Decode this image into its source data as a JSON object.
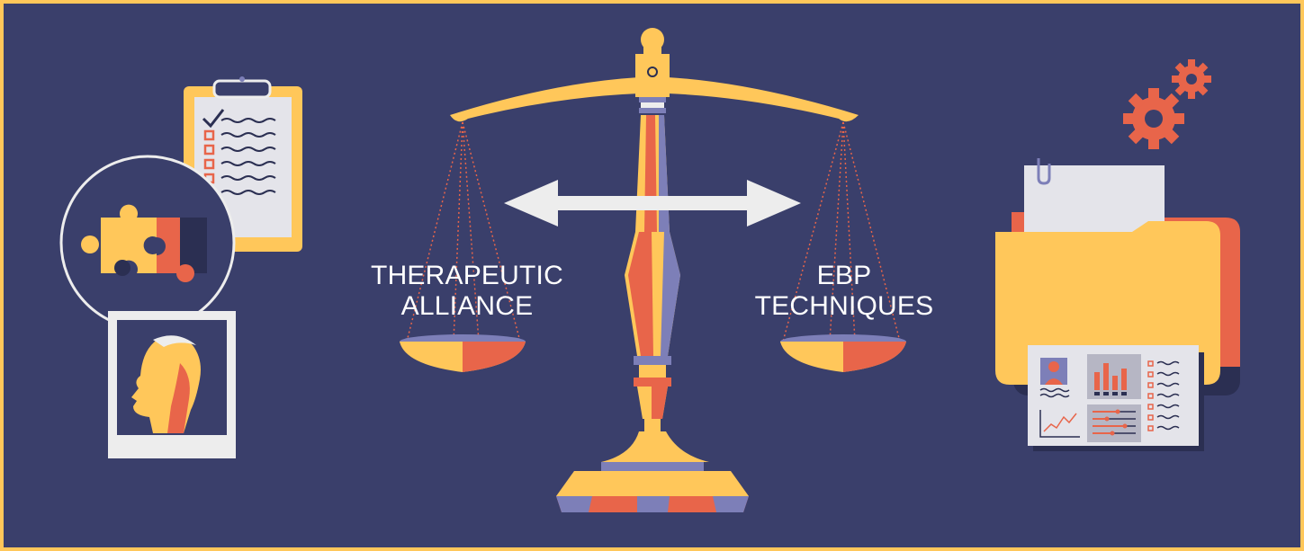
{
  "labels": {
    "left": [
      "THERAPEUTIC",
      "ALLIANCE"
    ],
    "right": [
      "EBP",
      "TECHNIQUES"
    ]
  },
  "icons": {
    "scale": "balance-scale-icon",
    "arrow": "double-headed-arrow-icon",
    "clipboard": "clipboard-checklist-icon",
    "puzzle": "puzzle-faces-icon",
    "portrait": "profile-portrait-icon",
    "gears": "gears-icon",
    "folder": "folder-icon",
    "report": "report-document-icon"
  },
  "colors": {
    "background": "#3A3F6B",
    "border": "#FFC75A",
    "yellow": "#FFC75A",
    "coral": "#E8654A",
    "lavender": "#7D7FB8",
    "white": "#EDEDED",
    "navy": "#2B2F52"
  }
}
